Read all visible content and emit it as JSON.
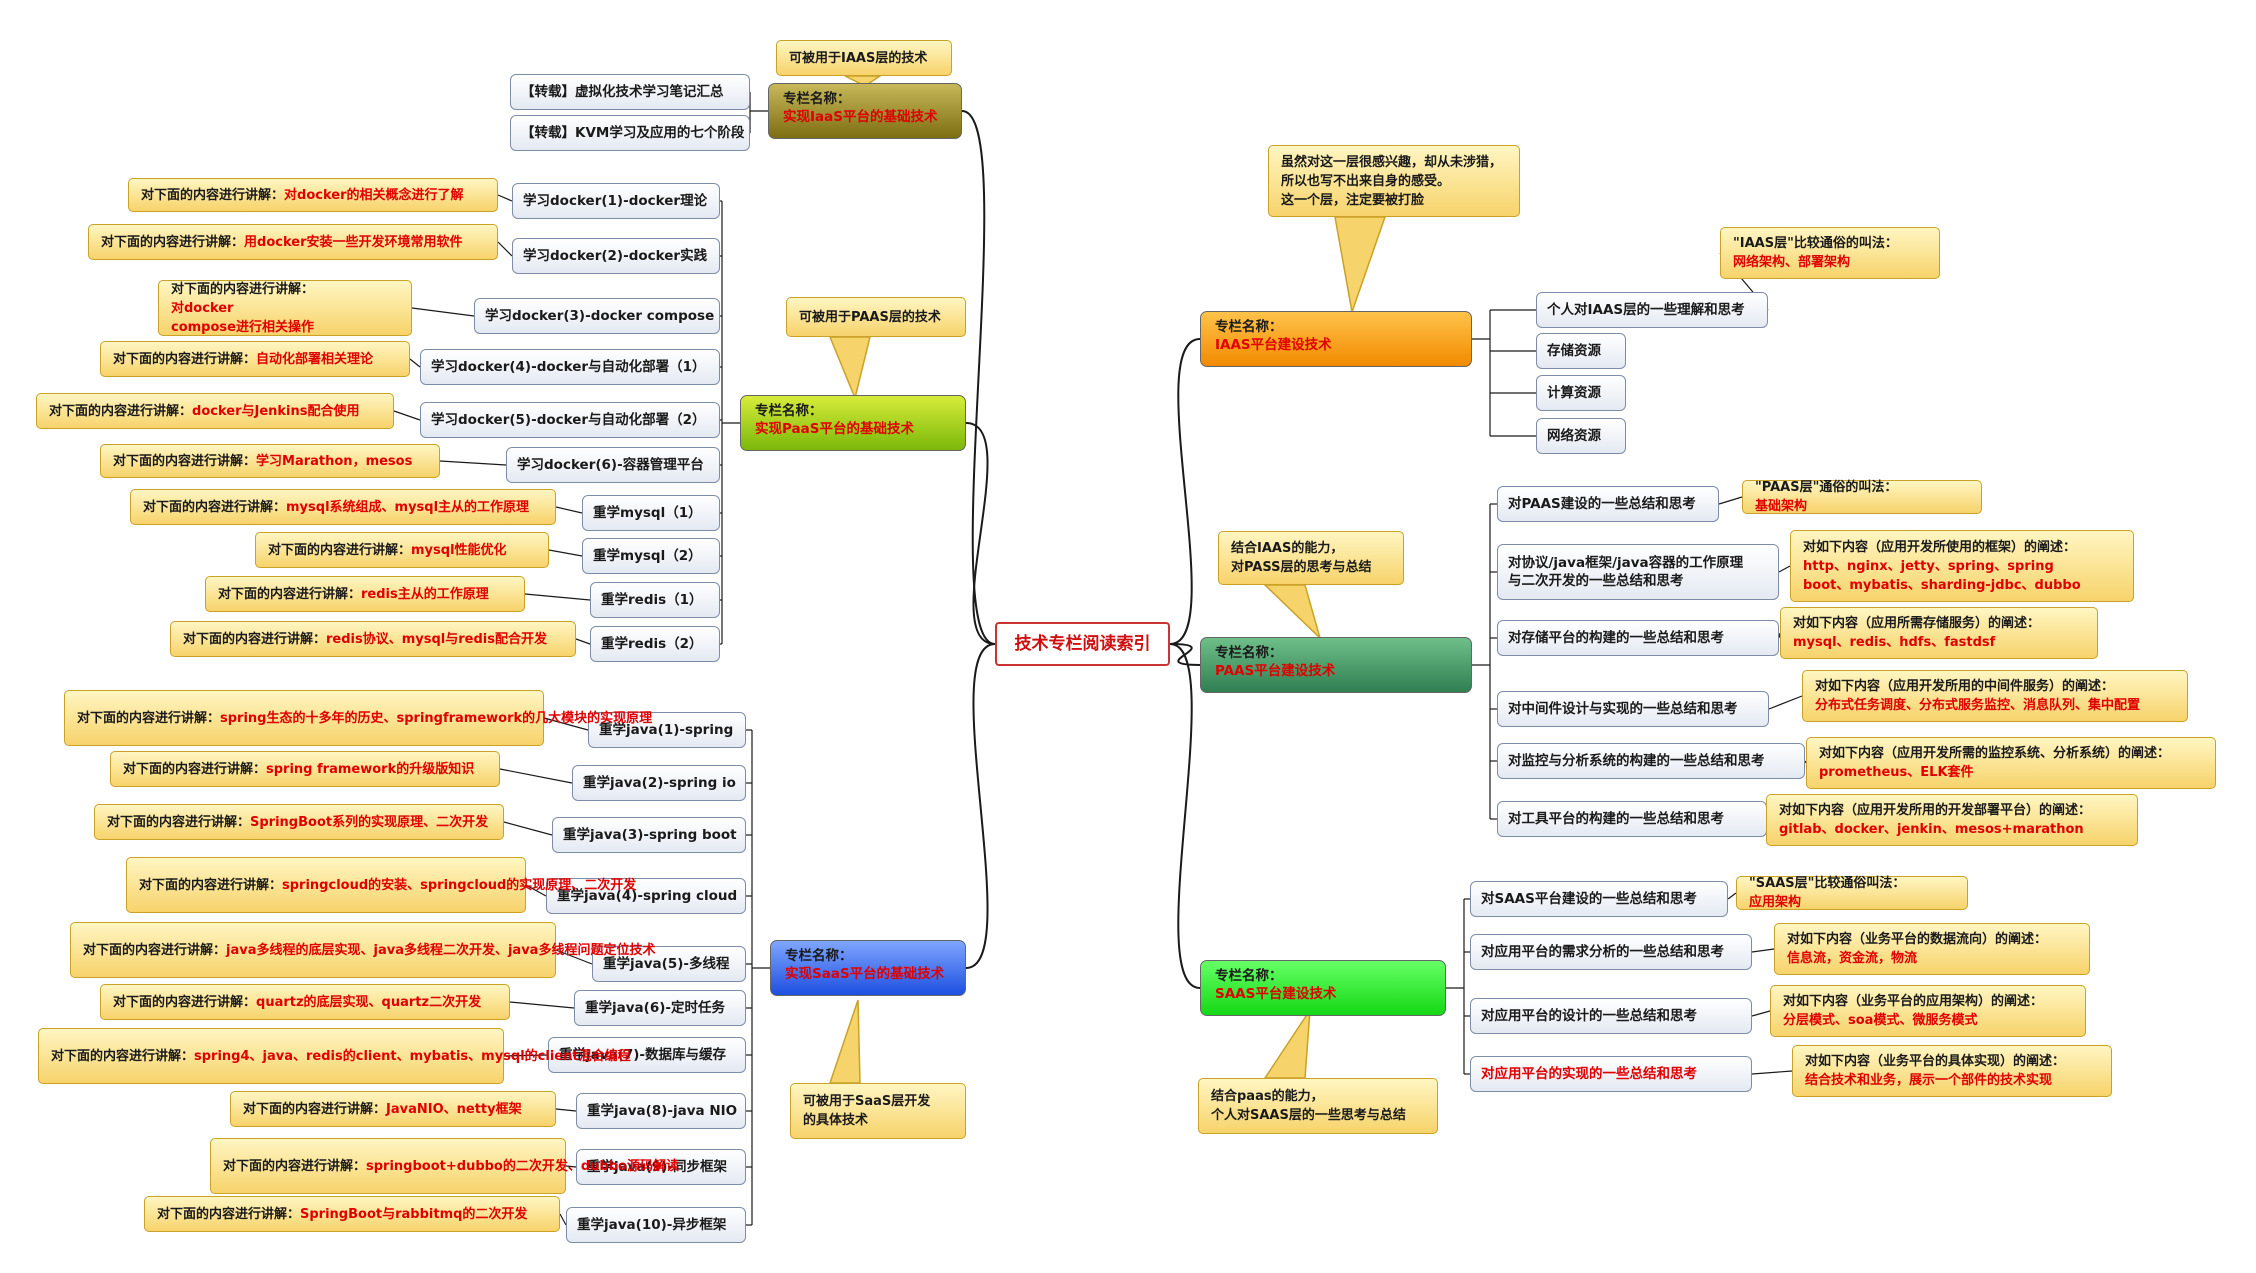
{
  "center": "技术专栏阅读索引",
  "label_prefix": "专栏名称：",
  "lead": "对下面的内容进行讲解：",
  "colors": {
    "link_line": "#1a1a1a",
    "callout_fill": "#f7d36b",
    "callout_border": "#c9a227",
    "emphasis_red": "#e00000"
  },
  "left": [
    {
      "name": "实现IaaS平台的基础技术",
      "callout": [
        "可被用于IAAS层的技术"
      ],
      "items": [
        {
          "label": "【转载】虚拟化技术学习笔记汇总"
        },
        {
          "label": "【转载】KVM学习及应用的七个阶段"
        }
      ]
    },
    {
      "name": "实现PaaS平台的基础技术",
      "callout": [
        "可被用于PAAS层的技术"
      ],
      "items": [
        {
          "label": "学习docker(1)-docker理论",
          "note": [
            "对docker的相关概念进行了解"
          ]
        },
        {
          "label": "学习docker(2)-docker实践",
          "note": [
            "用docker安装一些开发环境常用软件"
          ]
        },
        {
          "label": "学习docker(3)-docker compose",
          "note": [
            "对docker",
            "compose进行相关操作"
          ]
        },
        {
          "label": "学习docker(4)-docker与自动化部署（1）",
          "note": [
            "自动化部署相关理论"
          ]
        },
        {
          "label": "学习docker(5)-docker与自动化部署（2）",
          "note": [
            "docker与Jenkins配合使用"
          ]
        },
        {
          "label": "学习docker(6)-容器管理平台",
          "note": [
            "学习Marathon，mesos"
          ]
        },
        {
          "label": "重学mysql（1）",
          "note": [
            "mysql系统组成、mysql主从的工作原理"
          ]
        },
        {
          "label": "重学mysql（2）",
          "note": [
            "mysql性能优化"
          ]
        },
        {
          "label": "重学redis（1）",
          "note": [
            "redis主从的工作原理"
          ]
        },
        {
          "label": "重学redis（2）",
          "note": [
            "redis协议、mysql与redis配合开发"
          ]
        }
      ]
    },
    {
      "name": "实现SaaS平台的基础技术",
      "callout": [
        "可被用于SaaS层开发",
        "的具体技术"
      ],
      "items": [
        {
          "label": "重学java(1)-spring",
          "note": [
            "spring生态的十多年的历史、springframework的几大模块的实现原理"
          ]
        },
        {
          "label": "重学java(2)-spring io",
          "note": [
            "spring framework的升级版知识"
          ]
        },
        {
          "label": "重学java(3)-spring boot",
          "note": [
            "SpringBoot系列的实现原理、二次开发"
          ]
        },
        {
          "label": "重学java(4)-spring cloud",
          "note": [
            "springcloud的安装、springcloud的实现原理、二次开发"
          ]
        },
        {
          "label": "重学java(5)-多线程",
          "note": [
            "java多线程的底层实现、java多线程二次开发、java多线程问题定位技术"
          ]
        },
        {
          "label": "重学java(6)-定时任务",
          "note": [
            "quartz的底层实现、quartz二次开发"
          ]
        },
        {
          "label": "重学java(7)-数据库与缓存",
          "note": [
            "spring4、java、redis的client、mybatis、mysql的client混合编程"
          ]
        },
        {
          "label": "重学java(8)-java NIO",
          "note": [
            "JavaNIO、netty框架"
          ]
        },
        {
          "label": "重学java(9)-同步框架",
          "note": [
            "springboot+dubbo的二次开发、dubbo源码解读"
          ]
        },
        {
          "label": "重学java(10)-异步框架",
          "note": [
            "SpringBoot与rabbitmq的二次开发"
          ]
        }
      ]
    }
  ],
  "right": [
    {
      "name": "IAAS平台建设技术",
      "callout": [
        "虽然对这一层很感兴趣，却从未涉猎，",
        "所以也写不出来自身的感受。",
        "这一个层，注定要被打脸"
      ],
      "items": [
        {
          "label": "个人对IAAS层的一些理解和思考",
          "note": [
            "\"IAAS层\"比较通俗的叫法：",
            "网络架构、部署架构"
          ]
        },
        {
          "label": "存储资源"
        },
        {
          "label": "计算资源"
        },
        {
          "label": "网络资源"
        }
      ]
    },
    {
      "name": "PAAS平台建设技术",
      "callout": [
        "结合IAAS的能力，",
        "对PASS层的思考与总结"
      ],
      "items": [
        {
          "label": "对PAAS建设的一些总结和思考",
          "note": [
            "\"PAAS层\"通俗的叫法：",
            "基础架构"
          ]
        },
        {
          "label": "对协议/java框架/java容器的工作原理\n与二次开发的一些总结和思考",
          "note": [
            "对如下内容（应用开发所使用的框架）的阐述：",
            "http、nginx、jetty、spring、spring",
            "boot、mybatis、sharding-jdbc、dubbo"
          ]
        },
        {
          "label": "对存储平台的构建的一些总结和思考",
          "note": [
            "对如下内容（应用所需存储服务）的阐述：",
            "mysql、redis、hdfs、fastdsf"
          ]
        },
        {
          "label": "对中间件设计与实现的一些总结和思考",
          "note": [
            "对如下内容（应用开发所用的中间件服务）的阐述：",
            "分布式任务调度、分布式服务监控、消息队列、集中配置"
          ]
        },
        {
          "label": "对监控与分析系统的构建的一些总结和思考",
          "note": [
            "对如下内容（应用开发所需的监控系统、分析系统）的阐述：",
            "prometheus、ELK套件"
          ]
        },
        {
          "label": "对工具平台的构建的一些总结和思考",
          "note": [
            "对如下内容（应用开发所用的开发部署平台）的阐述：",
            "gitlab、docker、jenkin、mesos+marathon"
          ]
        }
      ]
    },
    {
      "name": "SAAS平台建设技术",
      "callout": [
        "结合paas的能力，",
        "个人对SAAS层的一些思考与总结"
      ],
      "items": [
        {
          "label": "对SAAS平台建设的一些总结和思考",
          "note": [
            "\"SAAS层\"比较通俗叫法：",
            "应用架构"
          ]
        },
        {
          "label": "对应用平台的需求分析的一些总结和思考",
          "note": [
            "对如下内容（业务平台的数据流向）的阐述：",
            "信息流，资金流，物流"
          ]
        },
        {
          "label": "对应用平台的设计的一些总结和思考",
          "note": [
            "对如下内容（业务平台的应用架构）的阐述：",
            "分层模式、soa模式、微服务模式"
          ]
        },
        {
          "label": "对应用平台的实现的一些总结和思考",
          "note": [
            "对如下内容（业务平台的具体实现）的阐述：",
            "结合技术和业务，展示一个部件的技术实现"
          ]
        }
      ]
    }
  ]
}
